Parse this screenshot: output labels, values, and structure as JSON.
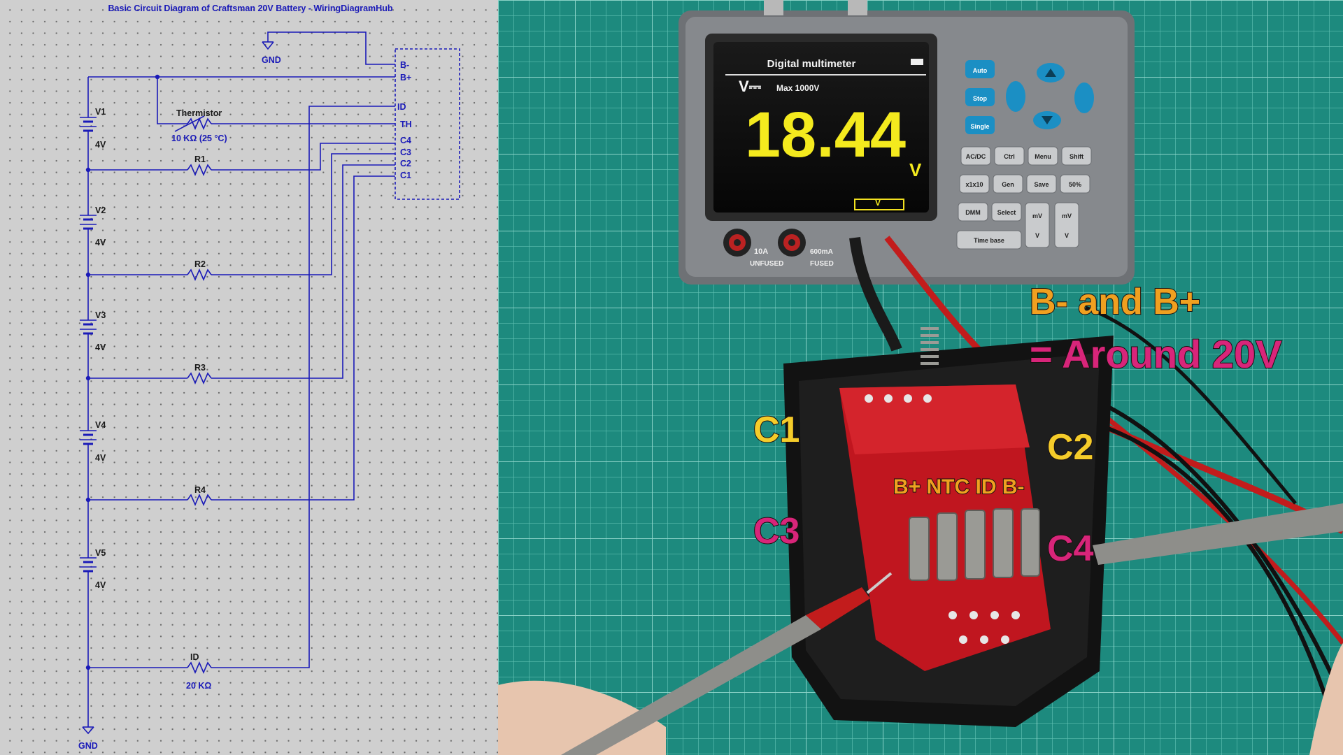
{
  "schematic": {
    "title": "Basic Circuit Diagram of Craftsman 20V Battery - WiringDiagramHub",
    "gnd_top": "GND",
    "gnd_bottom": "GND",
    "connector_pins": [
      "B-",
      "B+",
      "ID",
      "TH",
      "C4",
      "C3",
      "C2",
      "C1"
    ],
    "cells": [
      {
        "name": "V1",
        "value": "4V"
      },
      {
        "name": "V2",
        "value": "4V"
      },
      {
        "name": "V3",
        "value": "4V"
      },
      {
        "name": "V4",
        "value": "4V"
      },
      {
        "name": "V5",
        "value": "4V"
      }
    ],
    "thermistor": {
      "name": "Thermistor",
      "value": "10 KΩ (25 °C)"
    },
    "resistors": [
      "R1",
      "R2",
      "R3",
      "R4"
    ],
    "id_resistor": {
      "name": "ID",
      "value": "20 KΩ"
    },
    "colors": {
      "wire": "#1a1ab8",
      "background": "#cfcfcf"
    }
  },
  "multimeter": {
    "screen_title": "Digital multimeter",
    "mode_symbol": "V⎓",
    "max_label": "Max 1000V",
    "reading": "18.44",
    "unit": "V",
    "range_marker": "V",
    "jacks": {
      "left": "10A",
      "left_sub": "UNFUSED",
      "right": "600mA",
      "right_sub": "FUSED"
    },
    "keys": [
      [
        "AC/DC",
        "Ctrl",
        "Menu",
        "Shift"
      ],
      [
        "x1x10",
        "Gen",
        "Save",
        "50%"
      ],
      [
        "DMM",
        "Select",
        "mV",
        "mV"
      ],
      [
        "Time base",
        "",
        "V",
        "V"
      ]
    ],
    "side_keys": [
      "Auto",
      "Stop",
      "Single"
    ]
  },
  "overlay": {
    "headline1": "B- and B+",
    "headline2": "= Around 20V",
    "c1": "C1",
    "c2": "C2",
    "c3": "C3",
    "c4": "C4",
    "terminals": "B+ NTC ID B-",
    "colors": {
      "yellow": "#f5cc2a",
      "pink": "#d8257a",
      "orange": "#f0a020"
    }
  }
}
